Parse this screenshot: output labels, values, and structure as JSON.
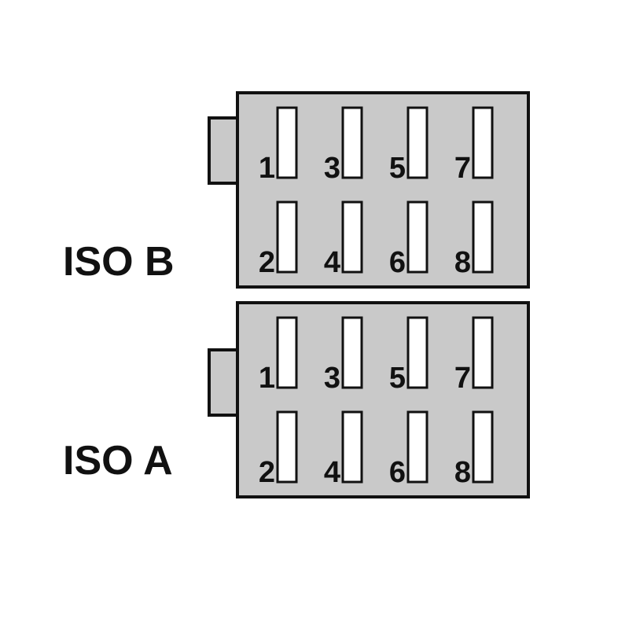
{
  "colors": {
    "fill": "#c9c9c9",
    "outline": "#111111",
    "pin": "#ffffff"
  },
  "connectors": [
    {
      "label": "ISO B",
      "pins": [
        "1",
        "2",
        "3",
        "4",
        "5",
        "6",
        "7",
        "8"
      ]
    },
    {
      "label": "ISO A",
      "pins": [
        "1",
        "2",
        "3",
        "4",
        "5",
        "6",
        "7",
        "8"
      ]
    }
  ]
}
